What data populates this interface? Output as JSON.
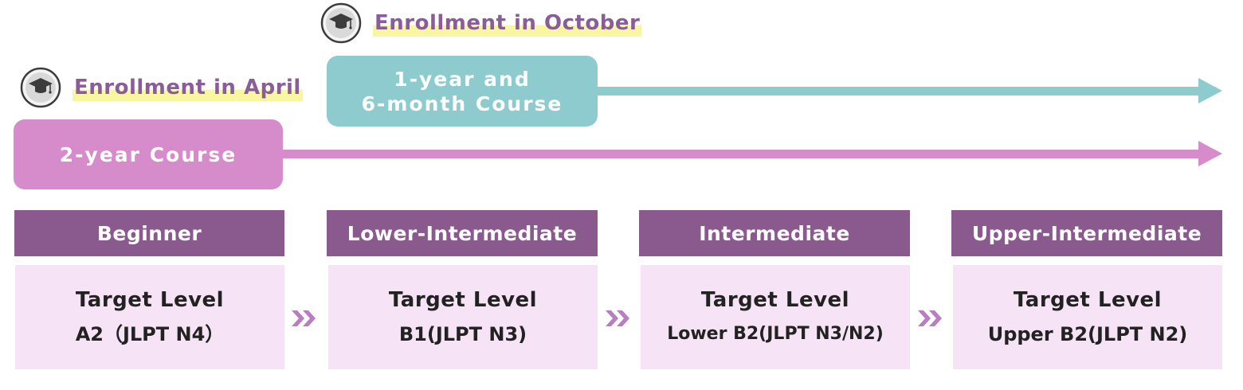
{
  "enrollments": [
    {
      "label": "Enrollment in October",
      "icon": "graduation-cap-icon"
    },
    {
      "label": "Enrollment in April",
      "icon": "graduation-cap-icon"
    }
  ],
  "courses": {
    "one_and_half_year": {
      "line1": "1-year and",
      "line2": "6-month Course"
    },
    "two_year": {
      "label": "2-year Course"
    }
  },
  "levels": [
    {
      "header": "Beginner",
      "target_label": "Target Level",
      "target_value": "A2（JLPT N4）"
    },
    {
      "header": "Lower-Intermediate",
      "target_label": "Target Level",
      "target_value": "B1(JLPT N3)"
    },
    {
      "header": "Intermediate",
      "target_label": "Target Level",
      "target_value": "Lower B2(JLPT N3/N2)"
    },
    {
      "header": "Upper-Intermediate",
      "target_label": "Target Level",
      "target_value": "Upper B2(JLPT N2)"
    }
  ],
  "colors": {
    "pink_course": "#d68bca",
    "teal_course": "#8ecbcf",
    "level_header": "#8a5a8e",
    "level_body": "#f6e4f6",
    "enroll_text": "#8a5c99",
    "highlight": "#f8f6a0",
    "chevron": "#b87fc0"
  }
}
